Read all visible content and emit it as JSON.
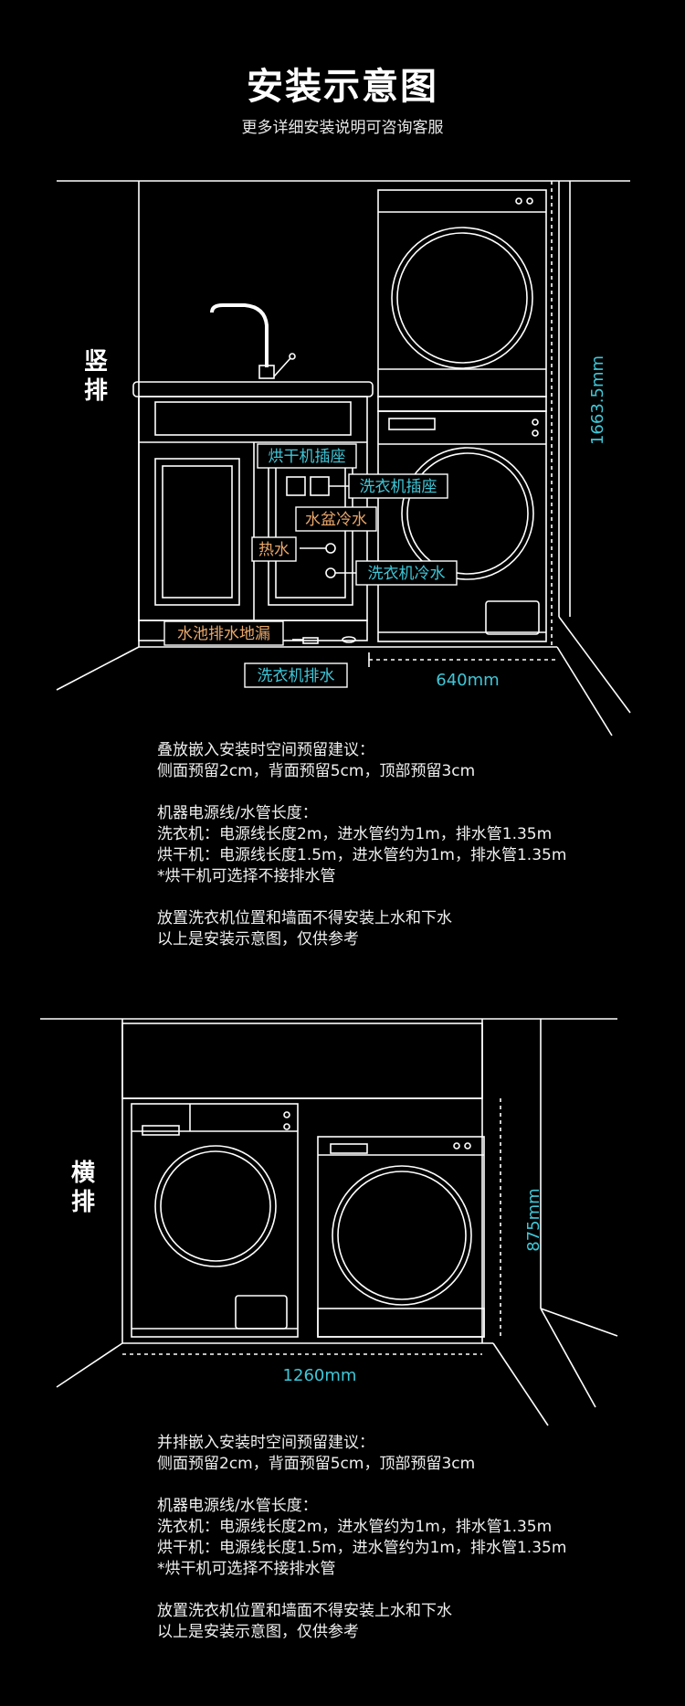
{
  "header": {
    "title": "安装示意图",
    "subtitle": "更多详细安装说明可咨询客服"
  },
  "vertical": {
    "side_label": "竖排",
    "labels": {
      "dryer_socket": "烘干机插座",
      "washer_socket": "洗衣机插座",
      "basin_cold": "水盆冷水",
      "hot_water": "热水",
      "washer_cold": "洗衣机冷水",
      "sink_drain": "水池排水地漏",
      "washer_drain": "洗衣机排水"
    },
    "dim_height": "1663.5mm",
    "dim_width": "640mm",
    "notes": [
      "叠放嵌入安装时空间预留建议：",
      "侧面预留2cm，背面预留5cm，顶部预留3cm",
      "",
      "机器电源线/水管长度：",
      "洗衣机：电源线长度2m，进水管约为1m，排水管1.35m",
      "烘干机：电源线长度1.5m，进水管约为1m，排水管1.35m",
      "*烘干机可选择不接排水管",
      "",
      "放置洗衣机位置和墙面不得安装上水和下水",
      "以上是安装示意图，仅供参考"
    ]
  },
  "horizontal": {
    "side_label": "横排",
    "dim_height": "875mm",
    "dim_width": "1260mm",
    "notes": [
      "并排嵌入安装时空间预留建议：",
      "侧面预留2cm，背面预留5cm，顶部预留3cm",
      "",
      "机器电源线/水管长度：",
      "洗衣机：电源线长度2m，进水管约为1m，排水管1.35m",
      "烘干机：电源线长度1.5m，进水管约为1m，排水管1.35m",
      "*烘干机可选择不接排水管",
      "",
      "放置洗衣机位置和墙面不得安装上水和下水",
      "以上是安装示意图，仅供参考"
    ]
  },
  "colors": {
    "background": "#000000",
    "cyan": "#3fc7d8",
    "orange": "#e9a76a",
    "line": "#ffffff"
  }
}
